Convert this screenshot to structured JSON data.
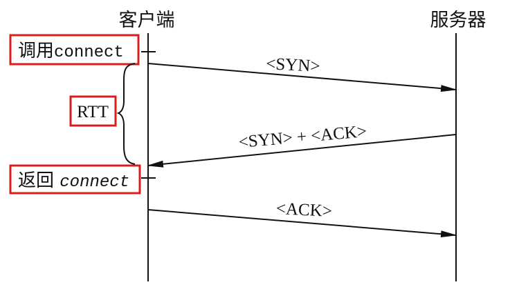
{
  "participants": {
    "client": "客户端",
    "server": "服务器"
  },
  "client_events": {
    "call_connect_prefix": "调用",
    "call_connect_code": "connect",
    "return_connect_prefix": "返回 ",
    "return_connect_code": "connect"
  },
  "rtt_label": "RTT",
  "messages": [
    {
      "label": "<SYN>",
      "from": "client",
      "to": "server"
    },
    {
      "label": "<SYN> + <ACK>",
      "from": "server",
      "to": "client"
    },
    {
      "label": "<ACK>",
      "from": "client",
      "to": "server"
    }
  ],
  "colors": {
    "highlight_box": "#d81e1e",
    "ink": "#111111"
  }
}
